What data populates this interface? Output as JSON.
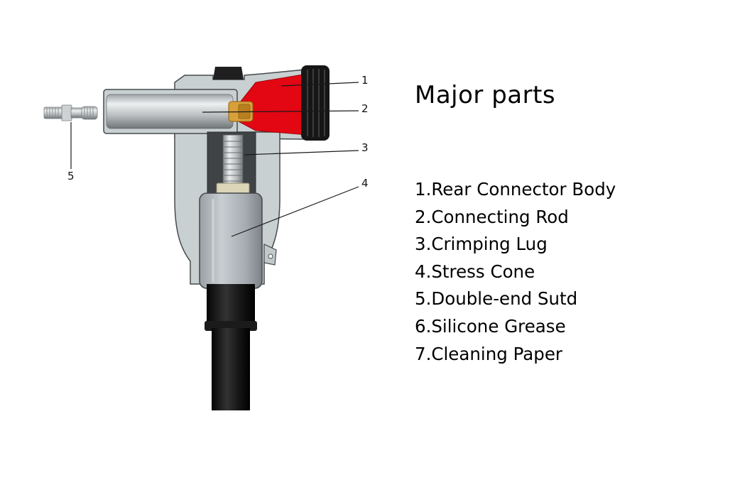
{
  "title": "Major parts",
  "parts_list": [
    "1.Rear Connector Body",
    "2.Connecting Rod",
    "3.Crimping Lug",
    "4.Stress Cone",
    "5.Double-end Sutd",
    "6.Silicone Grease",
    "7.Cleaning Paper"
  ],
  "callouts": [
    "1",
    "2",
    "3",
    "4",
    "5"
  ],
  "colors": {
    "insulator_red": "#e30613",
    "body_gray": "#c9d0d1",
    "stress_cone_gray": "#a8aeb3",
    "cable_black": "#121212",
    "background": "#ffffff"
  }
}
